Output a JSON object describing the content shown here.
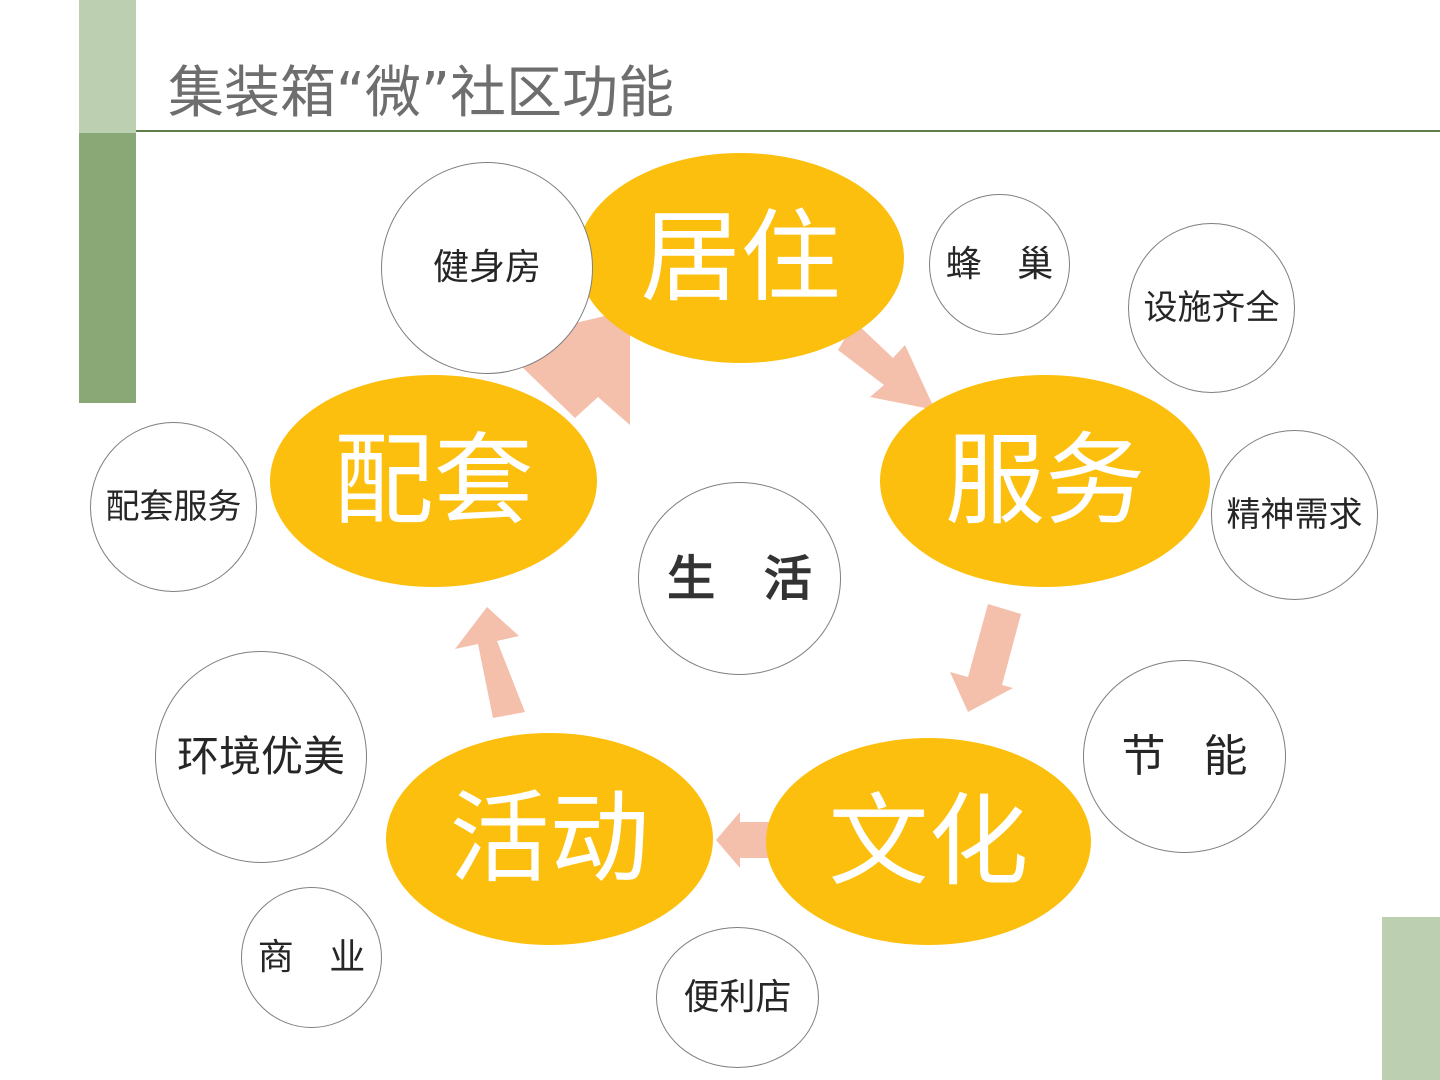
{
  "title": "集装箱“微”社区功能",
  "core": {
    "living": "居住",
    "service": "服务",
    "culture": "文化",
    "activity": "活动",
    "support": "配套",
    "center": "生 活"
  },
  "bubbles": {
    "gym": "健身房",
    "beehive": "蜂 巢",
    "facilities": "设施齐全",
    "spiritual": "精神需求",
    "energy": "节 能",
    "convenience_store": "便利店",
    "commerce": "商 业",
    "environment": "环境优美",
    "support_service": "配套服务"
  },
  "colors": {
    "core_fill": "#fcbf0d",
    "core_text": "#ffffff",
    "arrow": "#f4bfab",
    "accent_dark": "#8aa875",
    "accent_light": "#bccfb0",
    "bubble_border": "#7f7f7f"
  }
}
